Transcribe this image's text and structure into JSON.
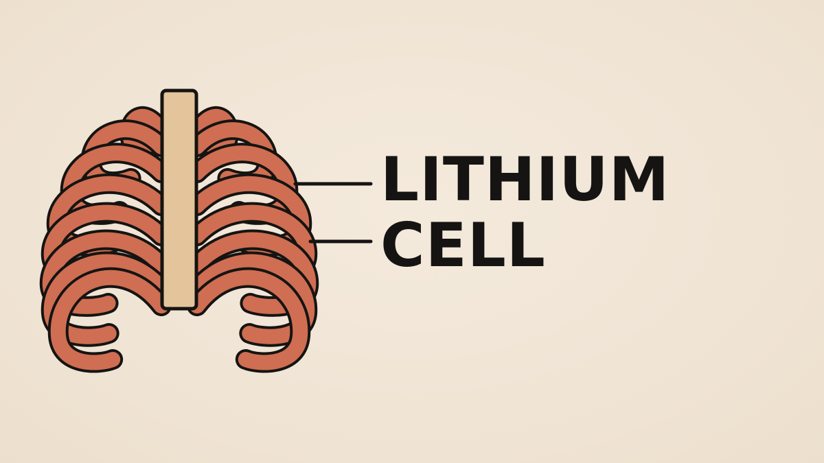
{
  "label": {
    "line1": "LITHIUM",
    "line2": "CELL"
  },
  "colors": {
    "background": "#f1e6d7",
    "rib_fill": "#cf6e52",
    "rib_inner": "#f6ece0",
    "outline": "#151412",
    "sternum": "#e4c59b",
    "text": "#151412"
  },
  "icons": [
    "ribcage-illustration",
    "sternum"
  ]
}
